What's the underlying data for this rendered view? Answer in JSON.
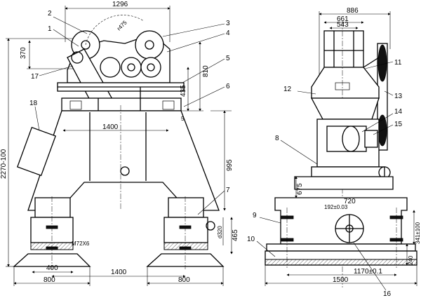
{
  "front": {
    "dims": {
      "top_width": "1296",
      "radius": "r475",
      "overall_height": "2270-100",
      "d370": "370",
      "d810": "810",
      "d435": "435",
      "d5": "5",
      "d1400a": "1400",
      "d995": "995",
      "d320": "d320",
      "d465": "465",
      "d400": "400",
      "d1400b": "1400",
      "d800": "800"
    },
    "thread": "M72X6"
  },
  "side": {
    "dims": {
      "d886": "886",
      "d661": "661",
      "d543": "543",
      "d675": "675",
      "d720": "720",
      "d192": "192±0.03",
      "d1170": "1170±0.1",
      "d1500": "1500",
      "d341": "341±100",
      "d240": "240"
    }
  },
  "callouts": {
    "c1": "1",
    "c2": "2",
    "c3": "3",
    "c4": "4",
    "c5": "5",
    "c6": "6",
    "c7": "7",
    "c8": "8",
    "c9": "9",
    "c10": "10",
    "c11": "11",
    "c12": "12",
    "c13": "13",
    "c14": "14",
    "c15": "15",
    "c16": "16",
    "c17": "17",
    "c18": "18"
  }
}
